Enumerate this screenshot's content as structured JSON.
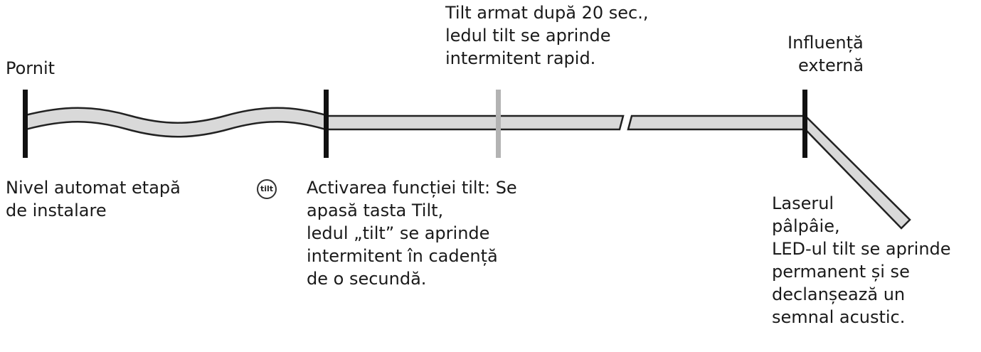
{
  "labels": {
    "start": [
      "Pornit"
    ],
    "armed": [
      "Tilt armat după 20 sec.,",
      "ledul tilt se aprinde",
      "intermitent rapid."
    ],
    "external": [
      "Influență",
      "externă"
    ],
    "auto_level": [
      "Nivel automat etapă",
      "de instalare"
    ],
    "activation": [
      "Activarea funcției tilt: Se",
      "apasă tasta Tilt,",
      "ledul „tilt” se aprinde",
      "intermitent în cadență",
      "de o secundă."
    ],
    "alarm": [
      "Laserul",
      "pâlpâie,",
      "LED-ul tilt se aprinde",
      "permanent și se",
      "declanșează un",
      "semnal acustic."
    ]
  },
  "tilt_button": {
    "icon": "tilt-button-icon",
    "text": "tilt"
  },
  "colors": {
    "band_fill": "#d9d9d9",
    "band_stroke": "#222222",
    "marker": "#111111",
    "armed_marker": "#b3b3b3"
  }
}
